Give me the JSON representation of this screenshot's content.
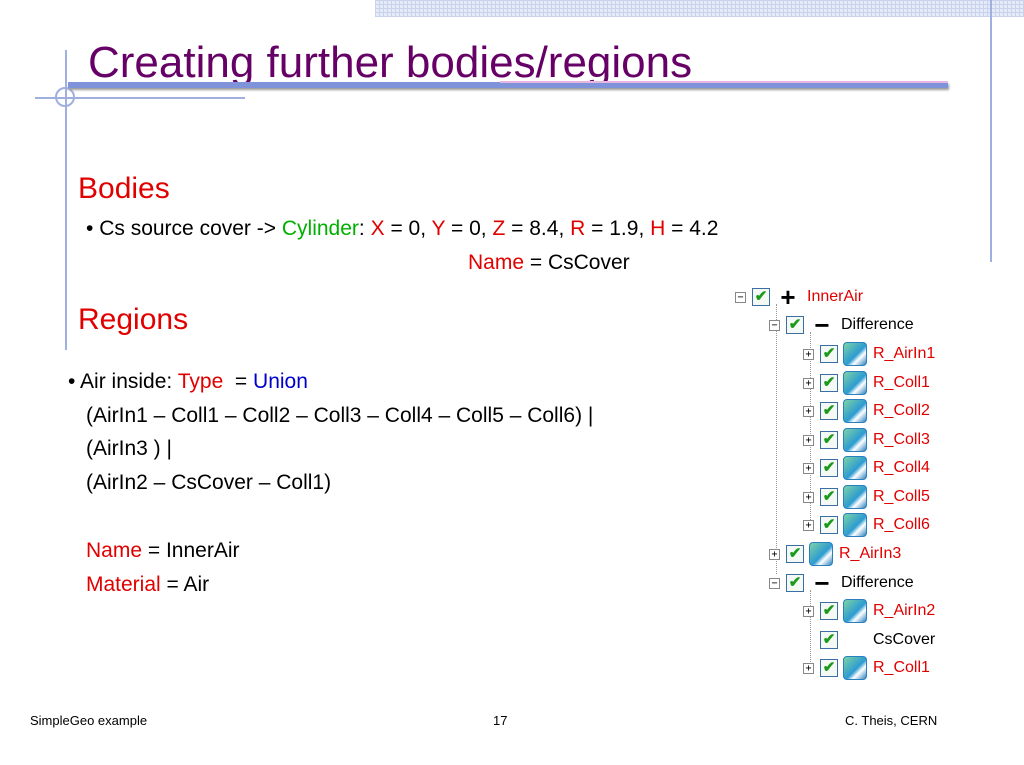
{
  "title": "Creating further bodies/regions",
  "bodies": {
    "heading": "Bodies",
    "bullet": "•",
    "intro": "Cs source cover ->",
    "shape": "Cylinder",
    "colon": ":",
    "params": [
      {
        "k": "X",
        "v": "= 0,"
      },
      {
        "k": "Y",
        "v": "= 0,"
      },
      {
        "k": "Z",
        "v": "= 8.4,"
      },
      {
        "k": "R",
        "v": "= 1.9,"
      },
      {
        "k": "H",
        "v": "= 4.2"
      }
    ],
    "name_key": "Name",
    "name_val": "= CsCover"
  },
  "regions": {
    "heading": "Regions",
    "bullet": "•",
    "intro": "Air inside:",
    "type_key": "Type",
    "type_eq": "=",
    "type_val": "Union",
    "lines": [
      "(AirIn1 – Coll1 – Coll2 – Coll3 – Coll4 – Coll5 – Coll6) |",
      "(AirIn3 ) |",
      "(AirIn2 – CsCover – Coll1)"
    ],
    "name_key": "Name",
    "name_val": "= InnerAir",
    "material_key": "Material",
    "material_val": "= Air"
  },
  "tree": {
    "root": {
      "expander": "−",
      "op": "+",
      "label": "InnerAir"
    },
    "diff1": {
      "expander": "−",
      "op": "−",
      "label": "Difference"
    },
    "diff1_children": [
      {
        "expander": "+",
        "label": "R_AirIn1"
      },
      {
        "expander": "+",
        "label": "R_Coll1"
      },
      {
        "expander": "+",
        "label": "R_Coll2"
      },
      {
        "expander": "+",
        "label": "R_Coll3"
      },
      {
        "expander": "+",
        "label": "R_Coll4"
      },
      {
        "expander": "+",
        "label": "R_Coll5"
      },
      {
        "expander": "+",
        "label": "R_Coll6"
      }
    ],
    "airin3": {
      "expander": "+",
      "label": "R_AirIn3"
    },
    "diff2": {
      "expander": "−",
      "op": "−",
      "label": "Difference"
    },
    "diff2_children": [
      {
        "expander": "+",
        "label": "R_AirIn2",
        "icon": true
      },
      {
        "expander": "",
        "label": "CsCover",
        "icon": false
      },
      {
        "expander": "+",
        "label": "R_Coll1",
        "icon": true
      }
    ],
    "check": "✔"
  },
  "footer": {
    "left": "SimpleGeo example",
    "center": "17",
    "right": "C. Theis, CERN"
  }
}
